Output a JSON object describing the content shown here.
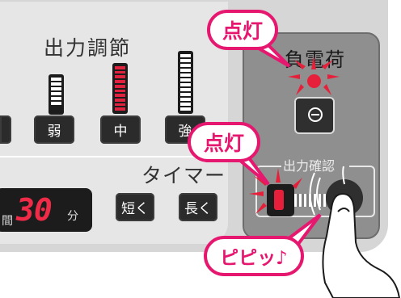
{
  "output": {
    "title": "出力調節",
    "buttons": {
      "weak": "弱",
      "mid": "中",
      "strong": "強"
    },
    "meters": {
      "weak_level_segments": 5,
      "mid_level_segments": 11,
      "strong_level_segments": 12
    }
  },
  "timer": {
    "title": "タイマー",
    "prefix_char": "間",
    "digits": "30",
    "unit": "分",
    "buttons": {
      "short": "短く",
      "long": "長く"
    }
  },
  "load": {
    "title": "負電荷",
    "minus_symbol": "⊖"
  },
  "check": {
    "label": "出力確認"
  },
  "callouts": {
    "load_lamp": "点灯",
    "check_lamp": "点灯",
    "sound": "ピピッ♪"
  },
  "colors": {
    "accent_pink": "#e6176f",
    "led_red": "#e6203a",
    "panel_dark": "#2b2b2b"
  },
  "icons": {
    "minus": "minus-circle-icon",
    "finger": "finger-pointer-icon",
    "sparkle": "light-burst-icon"
  }
}
